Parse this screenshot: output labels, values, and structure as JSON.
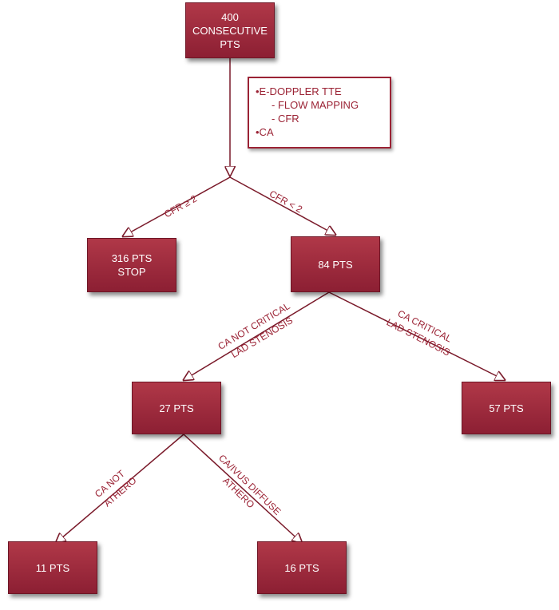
{
  "nodes": {
    "start": {
      "line1": "400",
      "line2": "CONSECUTIVE",
      "line3": "PTS"
    },
    "stop": {
      "line1": "316 PTS",
      "line2": "STOP"
    },
    "pts84": {
      "label": "84 PTS"
    },
    "pts27": {
      "label": "27 PTS"
    },
    "pts57": {
      "label": "57 PTS"
    },
    "pts11": {
      "label": "11 PTS"
    },
    "pts16": {
      "label": "16 PTS"
    }
  },
  "methods_box": {
    "line1": "•E-DOPPLER TTE",
    "line2": "- FLOW MAPPING",
    "line3": "- CFR",
    "line4": "•CA"
  },
  "edges": {
    "cfr_ge2": "CFR ≥ 2",
    "cfr_lt2": "CFR < 2",
    "not_critical_1": "CA NOT CRITICAL",
    "not_critical_2": "LAD STENOSIS",
    "critical_1": "CA CRITICAL",
    "critical_2": "LAD STENOSIS",
    "not_athero_1": "CA NOT",
    "not_athero_2": "ATHERO",
    "diffuse_1": "CA/IVUS DIFFUSE",
    "diffuse_2": "ATHERO"
  },
  "colors": {
    "node_fill": "#9b2335",
    "line": "#7a1a2a",
    "text": "#9b2335"
  }
}
